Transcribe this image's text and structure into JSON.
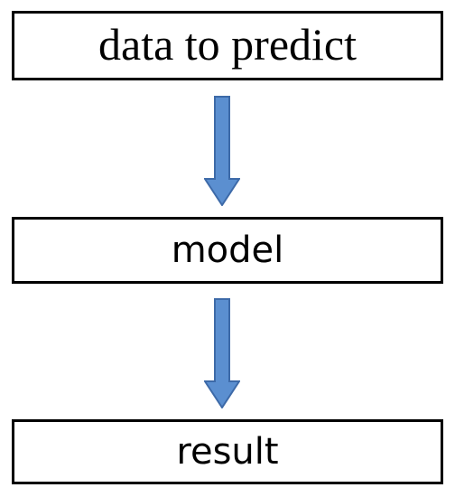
{
  "diagram": {
    "nodes": [
      {
        "id": "input",
        "label": "data to predict"
      },
      {
        "id": "model",
        "label": "model"
      },
      {
        "id": "result",
        "label": "result"
      }
    ],
    "edges": [
      {
        "from": "input",
        "to": "model"
      },
      {
        "from": "model",
        "to": "result"
      }
    ],
    "colors": {
      "arrow_fill": "#5b8fd0",
      "arrow_stroke": "#3d6aa8",
      "box_border": "#000000",
      "background": "#ffffff"
    }
  }
}
